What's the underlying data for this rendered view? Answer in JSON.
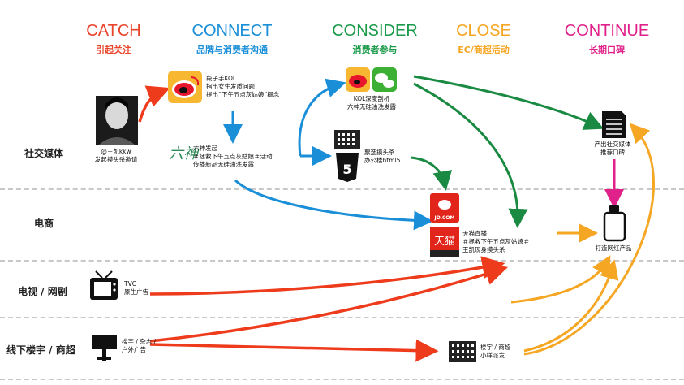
{
  "columns": [
    {
      "title": "CATCH",
      "subtitle": "引起关注",
      "color": "#e8452c"
    },
    {
      "title": "CONNECT",
      "subtitle": "品牌与消费者沟通",
      "color": "#1a8fd8"
    },
    {
      "title": "CONSIDER",
      "subtitle": "消费者参与",
      "color": "#1a9a4a"
    },
    {
      "title": "CLOSE",
      "subtitle": "EC/商超活动",
      "color": "#f5a623"
    },
    {
      "title": "CONTINUE",
      "subtitle": "长期口碑",
      "color": "#e0218a"
    }
  ],
  "rows": [
    "社交媒体",
    "电商",
    "电视 / 网剧",
    "线下楼宇 / 商超"
  ],
  "nodes": {
    "celebrity": [
      "@王凯kkw",
      "发起摸头杀邀请"
    ],
    "kol": [
      "段子手KOL",
      "指出女生发质问题",
      "提出“下午五点灰姑娘”概念"
    ],
    "liushen": [
      "六神发起",
      "＃拯救下午五点灰姑娘＃活动",
      "传播新品无硅油洗发露"
    ],
    "kol_review": [
      "KOL深度剖析",
      "六神无硅油洗发露"
    ],
    "html5": [
      "票选摸头杀",
      "办公楼html5"
    ],
    "ugc": [
      "产出社交媒体",
      "推荐口碑"
    ],
    "tmall": [
      "天猫直播",
      "＃拯救下午五点灰姑娘＃",
      "王凯现身摸头杀"
    ],
    "product": [
      "打造网红产品"
    ],
    "tvc": [
      "TVC",
      "原生广告"
    ],
    "outdoor": [
      "楼宇 / 杂志 /",
      "户外广告"
    ],
    "mall": [
      "楼宇 / 商超",
      "小样派发"
    ]
  },
  "logos": {
    "jd": "JD.COM",
    "tmall": "天猫",
    "liushen": "六神",
    "html5": "5"
  },
  "icons": [
    "weibo-icon",
    "wechat-icon",
    "building-icon",
    "html5-icon",
    "document-icon",
    "jd-icon",
    "tmall-icon",
    "bottle-icon",
    "tv-icon",
    "billboard-icon"
  ]
}
